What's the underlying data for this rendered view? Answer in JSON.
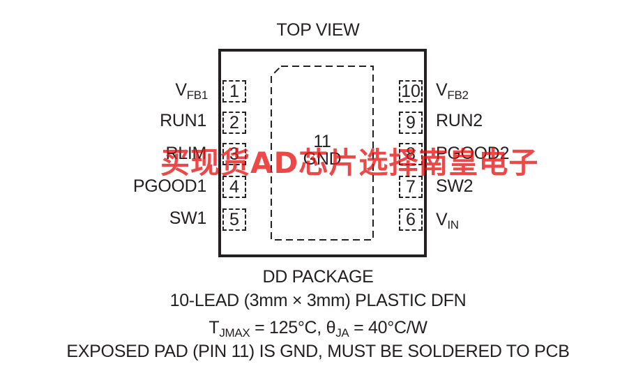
{
  "header": "TOP VIEW",
  "left_pins": [
    {
      "num": "1",
      "label": "V",
      "sub": "FB1"
    },
    {
      "num": "2",
      "label": "RUN1",
      "sub": ""
    },
    {
      "num": "3",
      "label": "RLIM",
      "sub": ""
    },
    {
      "num": "4",
      "label": "PGOOD1",
      "sub": ""
    },
    {
      "num": "5",
      "label": "SW1",
      "sub": ""
    }
  ],
  "right_pins": [
    {
      "num": "10",
      "label": "V",
      "sub": "FB2"
    },
    {
      "num": "9",
      "label": "RUN2",
      "sub": ""
    },
    {
      "num": "8",
      "label": "PGOOD2",
      "sub": ""
    },
    {
      "num": "7",
      "label": "SW2",
      "sub": ""
    },
    {
      "num": "6",
      "label": "V",
      "sub": "IN"
    }
  ],
  "exposed_pad": {
    "num": "11",
    "label": "GND"
  },
  "footer": {
    "package": "DD PACKAGE",
    "lead": "10-LEAD (3mm × 3mm) PLASTIC DFN",
    "thermal": {
      "t": "T",
      "t_sub": "JMAX",
      "t_val": " = 125°C, ",
      "theta": "θ",
      "theta_sub": "JA",
      "theta_val": " = 40°C/W"
    },
    "note": "EXPOSED PAD (PIN 11) IS GND, MUST BE SOLDERED TO PCB"
  },
  "watermark": "买现货AD芯片选择南皇电子",
  "colors": {
    "ink": "#231f20",
    "watermark": "#e81414"
  }
}
